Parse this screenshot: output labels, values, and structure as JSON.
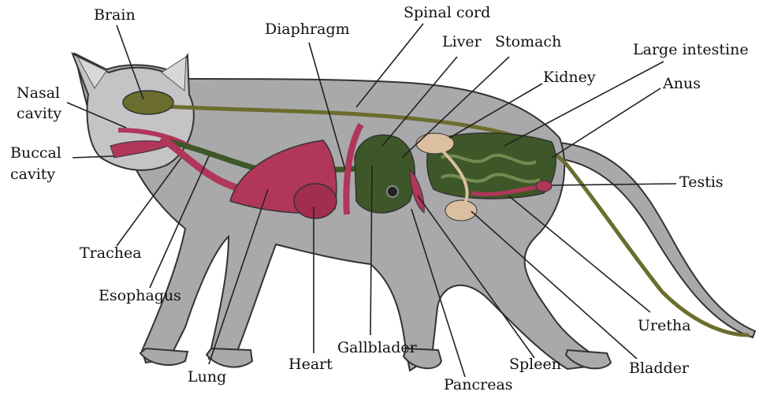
{
  "labels": {
    "brain": "Brain",
    "spinal_cord": "Spinal cord",
    "diaphragm": "Diaphragm",
    "liver": "Liver",
    "stomach": "Stomach",
    "large_intestine": "Large intestine",
    "nasal_cavity_1": "Nasal",
    "nasal_cavity_2": "cavity",
    "kidney": "Kidney",
    "anus": "Anus",
    "buccal_cavity_1": "Buccal",
    "buccal_cavity_2": "cavity",
    "testis": "Testis",
    "trachea": "Trachea",
    "esophagus": "Esophagus",
    "uretha": "Uretha",
    "gallblader": "Gallblader",
    "bladder": "Bladder",
    "lung": "Lung",
    "heart": "Heart",
    "spleen": "Spleen",
    "pancreas": "Pancreas"
  },
  "colors": {
    "body": "#a9a9ab",
    "head": "#c4c4c6",
    "outline": "#333333",
    "organ_green": "#3e5728",
    "organ_red": "#b0365a",
    "organ_tan": "#dcbfa0",
    "nerve": "#6b6d2e"
  }
}
